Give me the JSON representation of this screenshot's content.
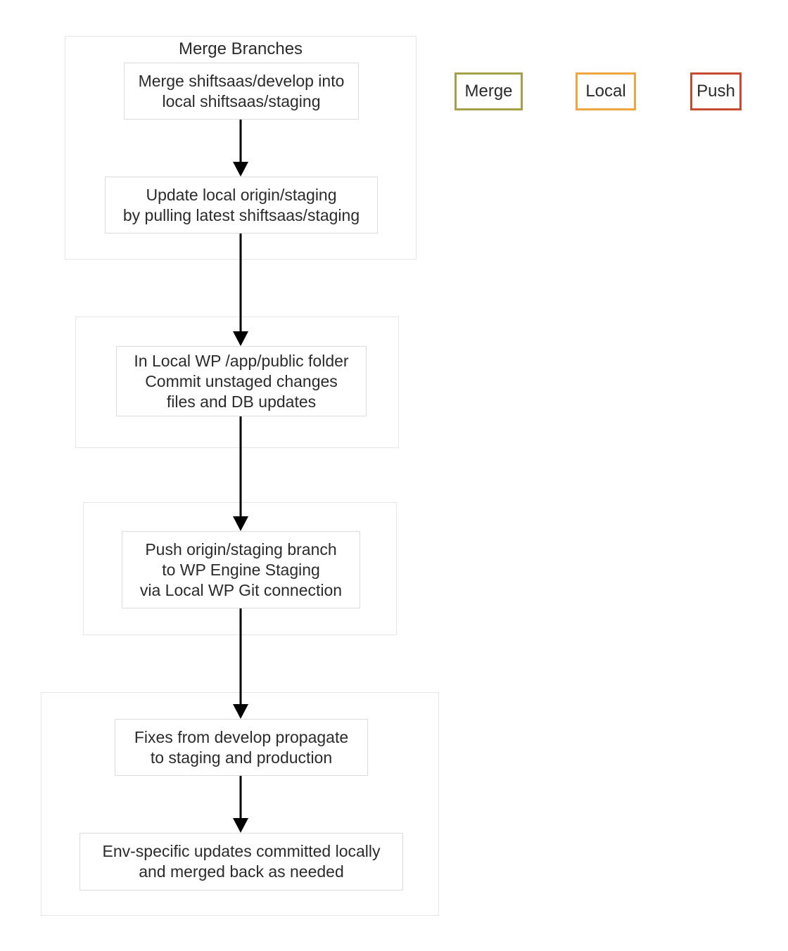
{
  "diagram": {
    "groups": {
      "merge_branches": {
        "title": "Merge Branches"
      }
    },
    "nodes": {
      "merge_develop": {
        "text": "Merge shiftsaas/develop into\nlocal shiftsaas/staging"
      },
      "update_local": {
        "text": "Update local origin/staging\nby pulling latest shiftsaas/staging"
      },
      "commit_changes": {
        "text": "In Local WP /app/public folder\nCommit unstaged changes\nfiles and DB updates"
      },
      "push_branch": {
        "text": "Push origin/staging branch\nto WP Engine Staging\nvia Local WP Git connection"
      },
      "fixes_propagate": {
        "text": "Fixes from develop propagate\nto staging and production"
      },
      "env_updates": {
        "text": "Env-specific updates committed locally\nand merged back as needed"
      }
    },
    "legend": {
      "items": [
        {
          "label": "Merge",
          "color": "#a4a049"
        },
        {
          "label": "Local",
          "color": "#f0a63e"
        },
        {
          "label": "Push",
          "color": "#c64a2e"
        }
      ]
    },
    "arrow_color": "#000000"
  }
}
